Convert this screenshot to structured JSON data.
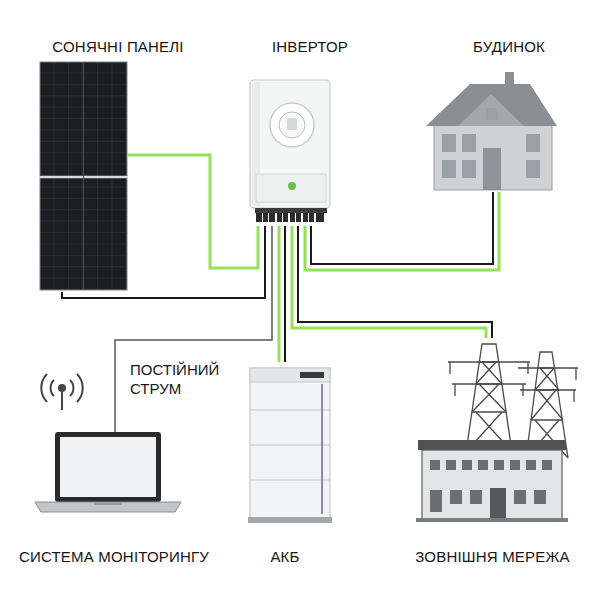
{
  "diagram": {
    "nodes": [
      {
        "text": [
          "СОНЯЧНІ ПАНЕЛІ"
        ]
      },
      {
        "text": [
          "ІНВЕРТОР"
        ]
      },
      {
        "text": [
          "БУДИНОК"
        ]
      },
      {
        "text": [
          "СИСТЕМА МОНІТОРИНГУ"
        ]
      },
      {
        "text": [
          "АКБ"
        ]
      },
      {
        "text": [
          "ЗОВНІШНЯ МЕРЕЖА"
        ]
      }
    ],
    "edges": [
      {
        "from": 0,
        "to": 1,
        "arrow": "none"
      },
      {
        "from": 1,
        "to": 2,
        "arrow": "none"
      },
      {
        "from": 1,
        "to": 3,
        "arrow": "none"
      },
      {
        "from": 1,
        "to": 4,
        "arrow": "none"
      },
      {
        "from": 1,
        "to": 5,
        "arrow": "none"
      }
    ],
    "labels": [
      "ПОСТІЙНИЙ СТРУМ"
    ]
  }
}
